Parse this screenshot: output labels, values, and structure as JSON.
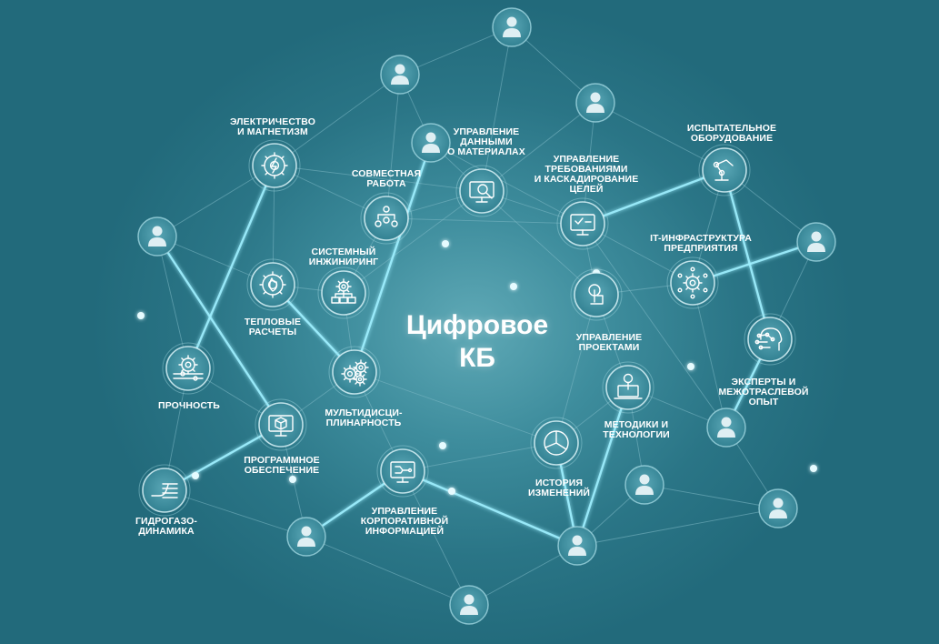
{
  "title": "Цифровое\nКБ",
  "colors": {
    "background": "#266f80",
    "node_fill": "#3f8fa0",
    "node_ring": "#9fd6e0",
    "line_faint": "#7fb9c6",
    "line_bright": "#9ff0ff",
    "text": "#ffffff"
  },
  "nodes": [
    {
      "id": "electricity",
      "label": "Электричество\nи магнетизм",
      "icon": "lightning-gear-icon"
    },
    {
      "id": "data-materials",
      "label": "Управление\nданными\nо материалах",
      "icon": "monitor-magnifier-icon"
    },
    {
      "id": "collaboration",
      "label": "Совместная\nработа",
      "icon": "people-flow-icon"
    },
    {
      "id": "requirements",
      "label": "Управление\nтребованиями\nи каскадирование\nцелей",
      "icon": "checklist-monitor-icon"
    },
    {
      "id": "test-equipment",
      "label": "Испытательное\nоборудование",
      "icon": "robot-arm-icon"
    },
    {
      "id": "systems-engineering",
      "label": "Системный\nинжиниринг",
      "icon": "hierarchy-gear-icon"
    },
    {
      "id": "it-infrastructure",
      "label": "IT-инфраструктура\nпредприятия",
      "icon": "network-gear-icon"
    },
    {
      "id": "thermal",
      "label": "Тепловые\nрасчеты",
      "icon": "flame-gear-icon"
    },
    {
      "id": "project-management",
      "label": "Управление\nпроектами",
      "icon": "hand-touch-icon"
    },
    {
      "id": "experts",
      "label": "Эксперты и\nмежотраслевой\nопыт",
      "icon": "head-circuit-icon"
    },
    {
      "id": "strength",
      "label": "Прочность",
      "icon": "gear-slider-icon"
    },
    {
      "id": "multidisciplinary",
      "label": "Мультидисци-\nплинарность",
      "icon": "gears-icon"
    },
    {
      "id": "methods",
      "label": "Методики и\nтехнологии",
      "icon": "laptop-bulb-icon"
    },
    {
      "id": "software",
      "label": "Программное\nобеспечение",
      "icon": "monitor-cube-icon"
    },
    {
      "id": "history",
      "label": "История\nизменений",
      "icon": "pie-chart-icon"
    },
    {
      "id": "hydrogas",
      "label": "Гидрогазо-\nдинамика",
      "icon": "hand-flow-icon"
    },
    {
      "id": "corporate-info",
      "label": "Управление\nкорпоративной\nинформацией",
      "icon": "monitor-circuit-icon"
    }
  ]
}
